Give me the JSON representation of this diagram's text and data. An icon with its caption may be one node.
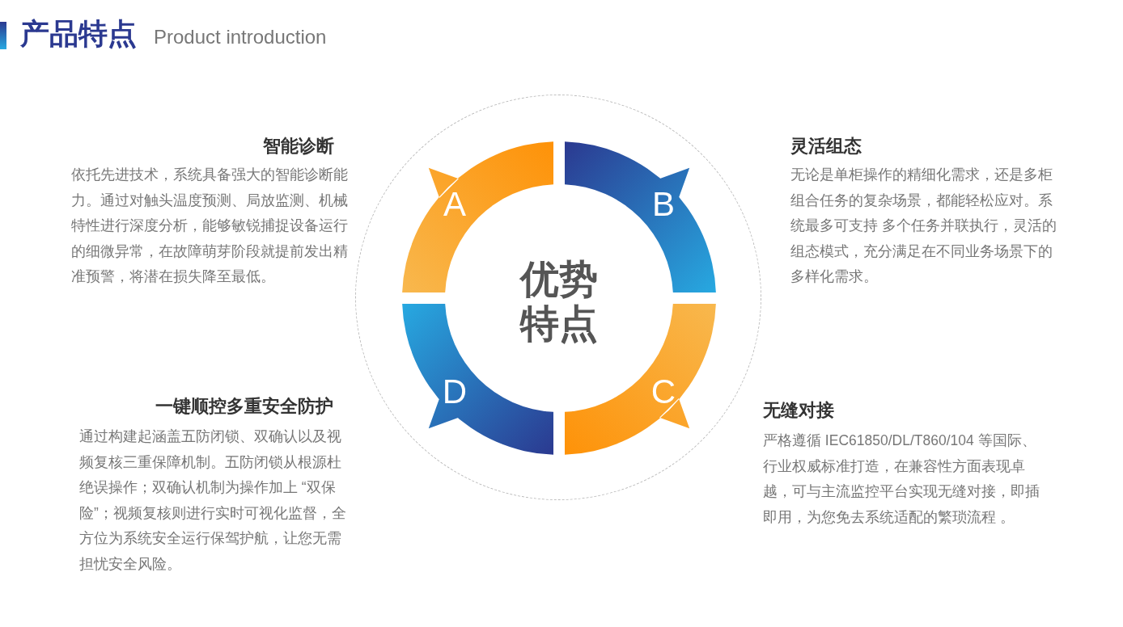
{
  "diagram": {
    "title": "产品特点",
    "nodes": [
      {
        "text": [
          "优势特点"
        ]
      },
      {
        "text": [
          "A"
        ],
        "in": 0
      },
      {
        "text": [
          "B"
        ],
        "in": 0
      },
      {
        "text": [
          "D"
        ],
        "in": 0
      },
      {
        "text": [
          "C"
        ],
        "in": 0
      }
    ],
    "labels": [
      "Product introduction",
      "智能诊断",
      "依托先进技术，系统具备强大的智能诊断能力。通过对触头温度预测、局放监测、机械特性进行深度分析，能够敏锐捕捉设备运行的细微异常，在故障萌芽阶段就提前发出精准预警，将潜在损失降至最低。",
      "灵活组态",
      "无论是单柜操作的精细化需求，还是多柜组合任务的复杂场景，都能轻松应对。系统最多可支持 多个任务并联执行，灵活的组态模式，充分满足在不同业务场景下的多样化需求。",
      "一键顺控多重安全防护",
      "通过构建起涵盖五防闭锁、双确认以及视频复核三重保障机制。五防闭锁从根源杜绝误操作；双确认机制为操作加上 “双保险”；视频复核则进行实时可视化监督，全方位为系统安全运行保驾护航，让您无需担忧安全风险。",
      "无缝对接",
      "严格遵循 IEC61850/DL/T860/104 等国际、行业权威标准打造，在兼容性方面表现卓越，可与主流监控平台实现无缝对接，即插即用，为您免去系统适配的繁琐流程 。"
    ]
  }
}
